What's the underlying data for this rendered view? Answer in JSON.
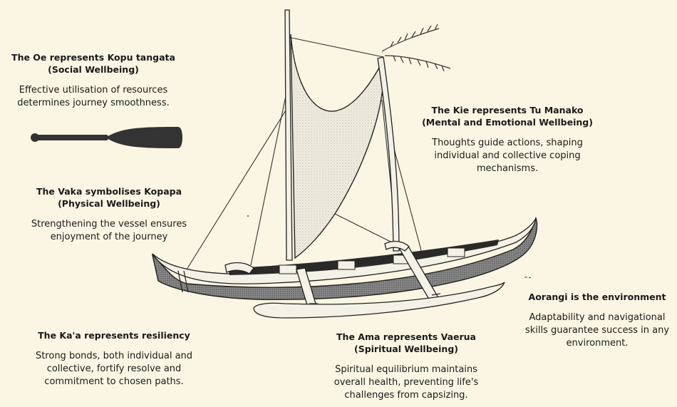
{
  "oe": {
    "heading": [
      "The Oe represents Kopu tangata",
      "(Social Wellbeing)"
    ],
    "desc": [
      "Effective utilisation of resources",
      "determines journey smoothness."
    ]
  },
  "kie": {
    "heading": [
      "The Kie represents Tu Manako",
      "(Mental and Emotional Wellbeing)"
    ],
    "desc": [
      "Thoughts guide actions, shaping",
      "individual and collective coping",
      "mechanisms."
    ]
  },
  "vaka": {
    "heading": [
      "The Vaka symbolises Kopapa",
      "(Physical Wellbeing)"
    ],
    "desc": [
      "Strengthening the vessel ensures",
      "enjoyment of the journey"
    ]
  },
  "kaa": {
    "heading": [
      "The Ka'a represents resiliency"
    ],
    "desc": [
      "Strong bonds, both individual and",
      "collective, fortify resolve and",
      "commitment to chosen paths."
    ]
  },
  "ama": {
    "heading": [
      "The Ama represents Vaerua",
      "(Spiritual Wellbeing)"
    ],
    "desc": [
      "Spiritual equilibrium maintains",
      "overall health, preventing life's",
      "challenges from capsizing."
    ]
  },
  "environment": {
    "heading": [
      "Aorangi is the environment"
    ],
    "desc": [
      "Adaptability and navigational",
      "skills guarantee success in any",
      "environment."
    ]
  },
  "colors": {
    "background": "#fbf6e3",
    "ink": "#1a1a1a",
    "paddle": "#333333",
    "sail": "#f1ede0"
  },
  "icons": {
    "paddle": "paddle-icon",
    "canoe": "canoe-illustration"
  }
}
